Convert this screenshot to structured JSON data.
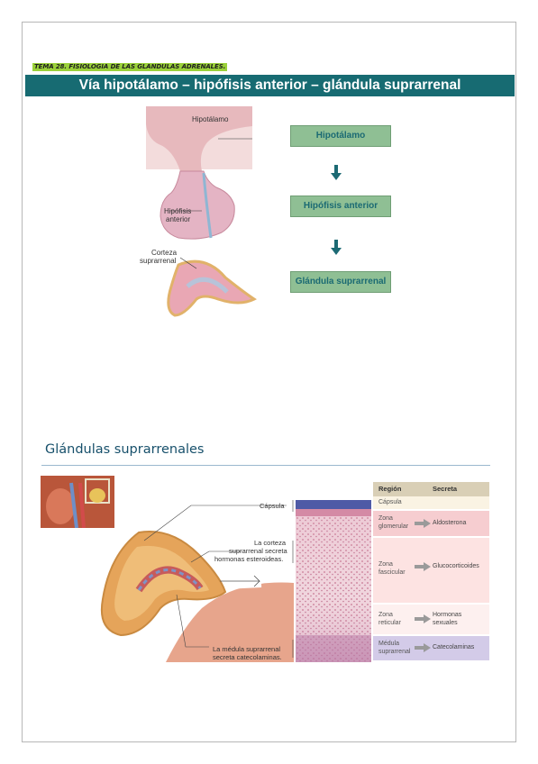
{
  "header": {
    "topic_label": "TEMA 28. FISIOLOGIA DE LAS GLANDULAS ADRENALES.",
    "title": "Vía hipotálamo – hipófisis anterior – glándula suprarrenal"
  },
  "upper_figure": {
    "labels": {
      "hypothalamus": "Hipotálamo",
      "pituitary_1": "Hipófisis",
      "pituitary_2": "anterior",
      "cortex_1": "Corteza",
      "cortex_2": "suprarrenal"
    }
  },
  "flowchart": {
    "steps": [
      "Hipotálamo",
      "Hipófisis anterior",
      "Glándula suprarrenal"
    ]
  },
  "section": {
    "title": "Glándulas suprarrenales"
  },
  "lower_figure": {
    "callouts": {
      "capsule": "Cápsula",
      "cortex_1": "La corteza",
      "cortex_2": "suprarrenal secreta",
      "cortex_3": "hormonas esteroideas.",
      "medulla_1": "La médula suprarrenal",
      "medulla_2": "secreta catecolaminas."
    }
  },
  "table": {
    "headers": {
      "region": "Región",
      "secretes": "Secreta"
    },
    "capsule_row": "Cápsula",
    "rows": [
      {
        "region_1": "Zona",
        "region_2": "glomerular",
        "secretes_1": "Aldosterona",
        "secretes_2": "",
        "color": "#f6cdd0"
      },
      {
        "region_1": "Zona",
        "region_2": "fascicular",
        "secretes_1": "Glucocorticoides",
        "secretes_2": "",
        "color": "#fde3e2"
      },
      {
        "region_1": "Zona",
        "region_2": "reticular",
        "secretes_1": "Hormonas",
        "secretes_2": "sexuales",
        "color": "#fdf0ef"
      },
      {
        "region_1": "Médula",
        "region_2": "suprarrenal",
        "secretes_1": "Catecolaminas",
        "secretes_2": "",
        "color": "#d3cbe8"
      }
    ]
  }
}
